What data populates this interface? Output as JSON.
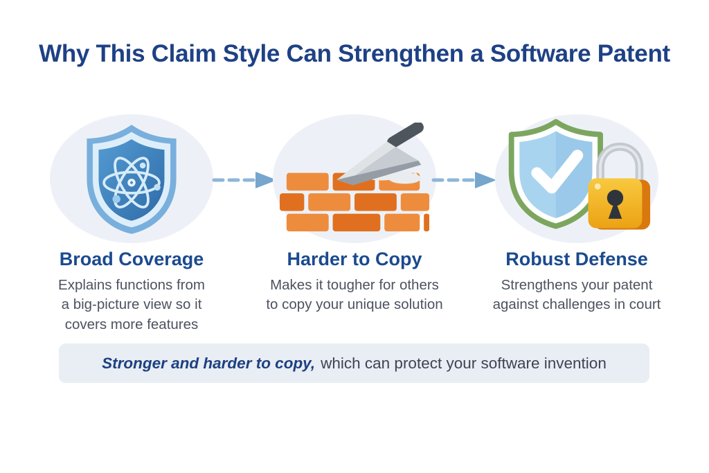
{
  "title": "Why This Claim Style Can Strengthen a Software Patent",
  "columns": [
    {
      "icon": "shield-atom-icon",
      "heading": "Broad Coverage",
      "description": "Explains functions from\na big-picture view so it\ncovers more features"
    },
    {
      "icon": "brick-wall-trowel-icon",
      "heading": "Harder to Copy",
      "description": "Makes it tougher for others\nto copy your unique solution"
    },
    {
      "icon": "shield-check-lock-icon",
      "heading": "Robust Defense",
      "description": "Strengthens your patent\nagainst challenges in court"
    }
  ],
  "footer": {
    "highlight": "Stronger and harder to copy,",
    "rest": "which can protect your software invention"
  },
  "colors": {
    "title_blue": "#1e4185",
    "heading_blue": "#1b4a8f",
    "body_text": "#4c5260",
    "bubble_bg": "#edf1f7",
    "banner_bg": "#e9edf4",
    "arrow_blue": "#8fb6d8",
    "shield_blue": "#3c7cb6",
    "shield_green_rim": "#7ca65e",
    "brick_orange": "#ea8236",
    "lock_gold": "#f2b42d"
  }
}
